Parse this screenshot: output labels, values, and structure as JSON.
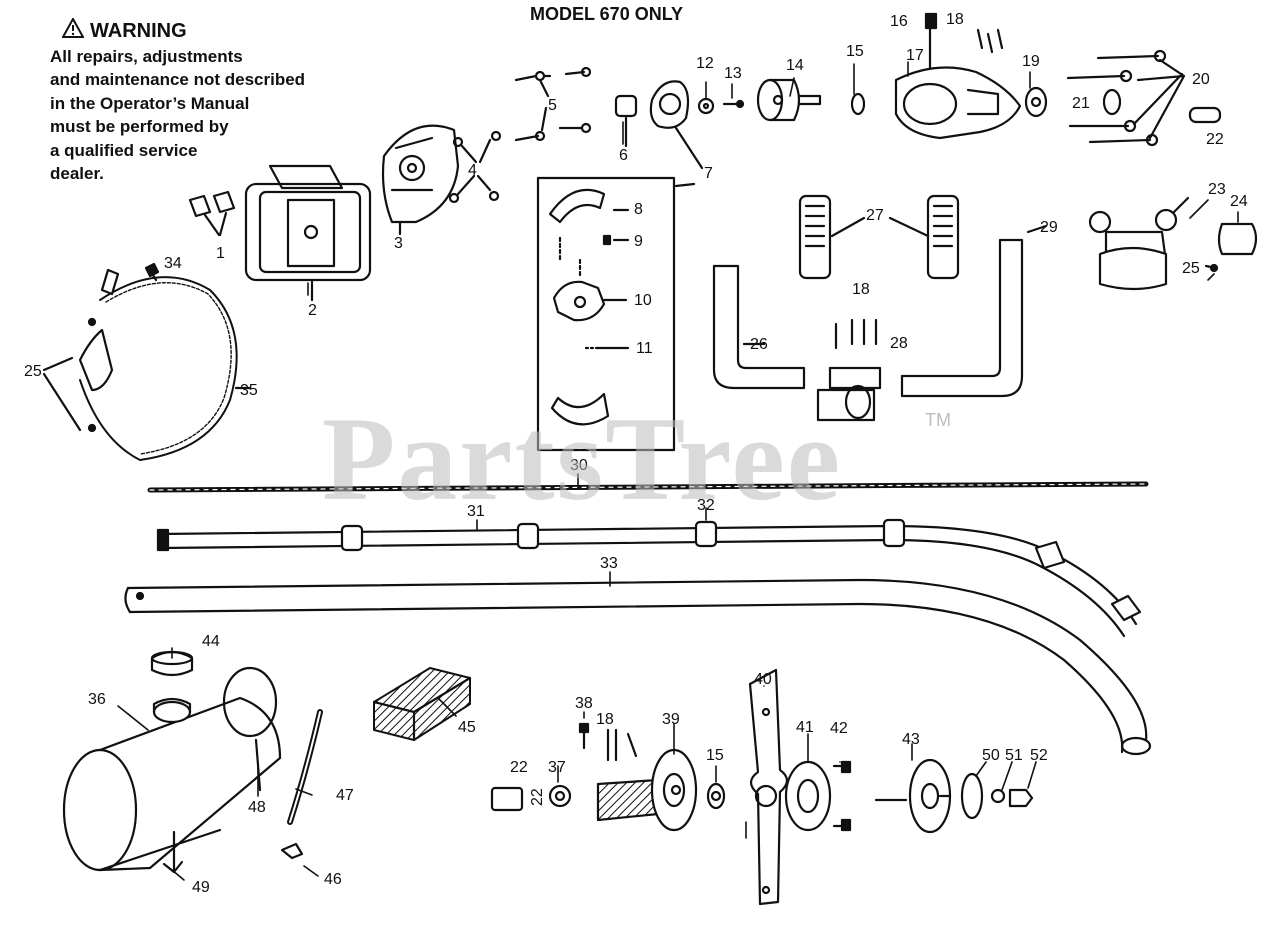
{
  "warning": {
    "title": "WARNING",
    "lines": [
      "All repairs, adjustments",
      "and maintenance not described",
      "in the Operator’s Manual",
      "must be performed by",
      "a qualified service",
      "dealer."
    ]
  },
  "model_note": "MODEL 670 ONLY",
  "watermark": {
    "text": "PartsTree",
    "tm": "TM"
  },
  "callouts": [
    "1",
    "2",
    "3",
    "4",
    "5",
    "6",
    "7",
    "8",
    "9",
    "10",
    "11",
    "12",
    "13",
    "14",
    "15",
    "16",
    "17",
    "18",
    "19",
    "20",
    "21",
    "22",
    "23",
    "24",
    "25",
    "26",
    "27",
    "28",
    "29",
    "30",
    "31",
    "32",
    "33",
    "34",
    "35",
    "36",
    "37",
    "38",
    "39",
    "40",
    "41",
    "42",
    "43",
    "44",
    "45",
    "46",
    "47",
    "48",
    "49",
    "50",
    "51",
    "52"
  ],
  "icons": {
    "warning": "warning-triangle-icon"
  }
}
